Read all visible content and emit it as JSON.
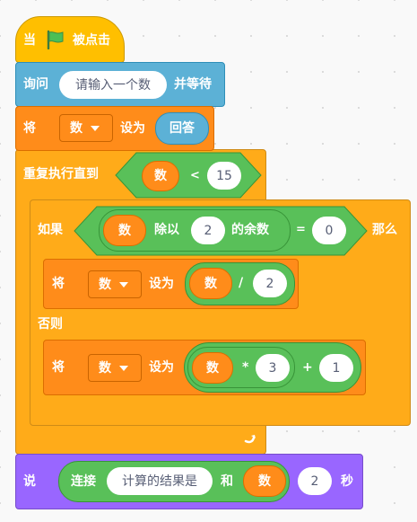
{
  "hat": {
    "when_label": "当",
    "flag_icon": "green-flag-icon",
    "clicked_label": "被点击",
    "color": "#ffbf00"
  },
  "ask": {
    "label": "询问",
    "question": "请输入一个数",
    "wait_label": "并等待",
    "color": "#5cb1d6"
  },
  "set_var": {
    "label": "将",
    "variable": "数",
    "to_label": "设为",
    "value": "回答",
    "color": "#ff8c1a"
  },
  "repeat_until": {
    "label": "重复执行直到",
    "left": "数",
    "op": "<",
    "right": "15",
    "loop_icon": "loop-arrow-icon",
    "color": "#ffab19"
  },
  "if_else": {
    "if_label": "如果",
    "left": "数",
    "mod_label": "除以",
    "divisor": "2",
    "remainder_label": "的余数",
    "eq": "=",
    "rhs": "0",
    "then_label": "那么",
    "else_label": "否则"
  },
  "set_half": {
    "label": "将",
    "variable": "数",
    "to_label": "设为",
    "left": "数",
    "op": "/",
    "right": "2"
  },
  "set_triple": {
    "label": "将",
    "variable": "数",
    "to_label": "设为",
    "left": "数",
    "op_mul": "*",
    "mul": "3",
    "op_add": "+",
    "add": "1"
  },
  "say": {
    "label": "说",
    "join_label": "连接",
    "text": "计算的结果是",
    "and_label": "和",
    "var": "数",
    "secs": "2",
    "secs_label": "秒",
    "color": "#9966ff"
  }
}
